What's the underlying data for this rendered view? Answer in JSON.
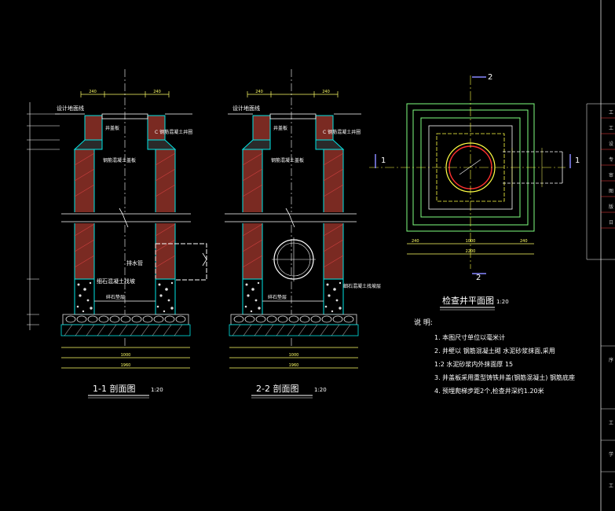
{
  "colors": {
    "background": "#000000",
    "wall_outline": "#00e5e5",
    "brick_fill": "#7a2a22",
    "hatch": "#d04040",
    "gravel": "#dddddd",
    "dimension": "#ffff66",
    "text": "#ffffff",
    "pipe": "#ffffff",
    "plan_squares": "#7fff7f",
    "circle_red": "#ff3030",
    "centerline": "#ffff44",
    "section_line": "#8888ff",
    "border": "#dddddd"
  },
  "section_1": {
    "title": "1-1 剖面图",
    "scale": "1:20",
    "label_cover": "井盖板",
    "label_slab": "C 钢筋混凝土井圈",
    "label_neck": "钢筋混凝土盖板",
    "label_outlet": "排水管",
    "label_floor": "细石混凝土找坡",
    "label_base": "碎石垫层",
    "label_ground": "设计地面线",
    "dim_total": "1960",
    "dim_inner": "1000",
    "dim_top": "240"
  },
  "section_2": {
    "title": "2-2 剖面图",
    "scale": "1:20",
    "label_cover": "井盖板",
    "label_slab": "C 钢筋混凝土井圈",
    "label_neck": "钢筋混凝土盖板",
    "label_floor": "细石混凝土找坡层",
    "label_base": "碎石垫层",
    "label_ground": "设计地面线",
    "dim_total": "1960",
    "dim_inner": "1000",
    "dim_top": "240"
  },
  "plan": {
    "title": "检查井平面图",
    "scale": "1:20",
    "cut_label_1": "1",
    "cut_label_2": "2",
    "dim_total": "2200",
    "dim_inner": "1000",
    "dim_side": "240"
  },
  "notes": {
    "heading": "说 明:",
    "items": [
      "1. 本图尺寸单位以毫米计",
      "2. 井壁以    钢筋混凝土砌    水泥砂浆抹面,采用",
      "   1:2 水泥砂浆内外抹面厚    15",
      "3. 井盖板采用重型铸铁井盖(钢筋混凝土) 钢筋底座",
      "4. 预埋爬梯步距2个,检查井深约1.20米"
    ]
  },
  "title_block": {
    "marks": [
      "工",
      "工",
      "设",
      "专",
      "审",
      "图",
      "版",
      "日",
      "序",
      "工",
      "学",
      "工"
    ]
  }
}
